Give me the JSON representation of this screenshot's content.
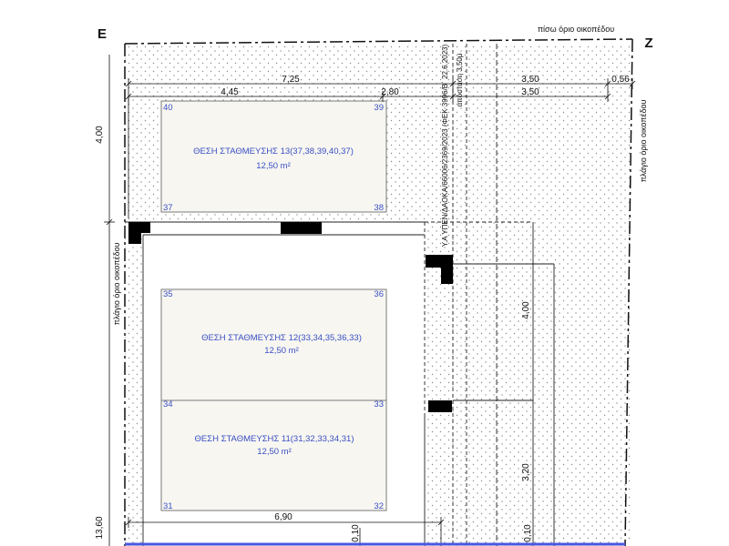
{
  "labels": {
    "corner_e": "E",
    "corner_z": "Z",
    "rear_boundary": "πίσω όριο οικοπέδου",
    "side_boundary_right": "πλάγιο όριο οικοπέδου",
    "side_boundary_left": "πλάγιο όριο οικοπέδου",
    "ministerial_note": "Υ.Α ΥΠΕΝ/ΔΑΟΚΑ/66006/2369/2023 (ΦΕΚ 3996/Β΄ 22.6.2023)",
    "distance_note": "απόσταση 3,50μ"
  },
  "dimensions": {
    "top_total": "7,25",
    "top_right": "3,50",
    "top_far_right": "0,56",
    "sub_left": "4,45",
    "sub_mid": "2,80",
    "sub_right": "3,50",
    "left_top": "4,00",
    "left_bottom": "13,60",
    "bottom_width": "6,90",
    "bottom_offset_a": "0,10",
    "bottom_offset_b": "0,10",
    "right_upper": "4,00",
    "right_lower": "3,20"
  },
  "parking_spots": [
    {
      "title": "ΘΕΣΗ ΣΤΑΘΜΕΥΣΗΣ 13(37,38,39,40,37)",
      "area": "12,50 m²",
      "corners": {
        "top_left": "40",
        "top_right": "39",
        "bottom_left": "37",
        "bottom_right": "38"
      }
    },
    {
      "title": "ΘΕΣΗ ΣΤΑΘΜΕΥΣΗΣ 12(33,34,35,36,33)",
      "area": "12,50 m²",
      "corners": {
        "top_left": "35",
        "top_right": "36",
        "bottom_left": "34",
        "bottom_right": "33"
      }
    },
    {
      "title": "ΘΕΣΗ ΣΤΑΘΜΕΥΣΗΣ 11(31,32,33,34,31)",
      "area": "12,50 m²",
      "corners": {
        "top_left": "34",
        "top_right": "33",
        "bottom_left": "31",
        "bottom_right": "32"
      }
    }
  ],
  "colors": {
    "point_label": "#3a4fc4",
    "spot_fill": "#f7f6f1",
    "hatch_dot": "#8a8a8a",
    "wall": "#000000",
    "bottom_line": "#4a57e0"
  }
}
